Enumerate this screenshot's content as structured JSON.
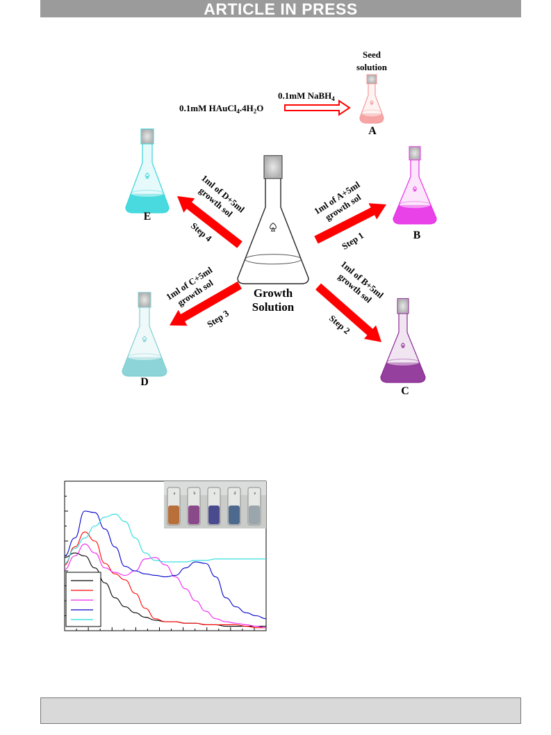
{
  "header": {
    "banner": "ARTICLE IN PRESS"
  },
  "scheme": {
    "seed_label_line1": "Seed",
    "seed_label_line2": "solution",
    "reagent": "0.1mM NaBH",
    "reagent_sub": "4",
    "precursor": "0.1mM HAuCl",
    "precursor_sub1": "4",
    "precursor_mid": ".4H",
    "precursor_sub2": "2",
    "precursor_end": "O",
    "growth_line1": "Growth",
    "growth_line2": "Solution",
    "flasks": [
      {
        "letter": "A",
        "color": "#f59a9a"
      },
      {
        "letter": "B",
        "color": "#e62ee6"
      },
      {
        "letter": "C",
        "color": "#8a2a93"
      },
      {
        "letter": "D",
        "color": "#7fcfd3"
      },
      {
        "letter": "E",
        "color": "#35d6dc"
      }
    ],
    "steps": [
      {
        "label": "Step 1",
        "text1": "1ml of A+5ml",
        "text2": "growth sol"
      },
      {
        "label": "Step 2",
        "text1": "1ml of B+5ml",
        "text2": "growth sol"
      },
      {
        "label": "Step 3",
        "text1": "1ml of C+5ml",
        "text2": "growth sol"
      },
      {
        "label": "Step 4",
        "text1": "1ml of D+5ml",
        "text2": "growth sol"
      }
    ],
    "arrow_color": "#ff0000"
  },
  "inset_photo": {
    "vial_labels": [
      "a",
      "b",
      "c",
      "d",
      "e"
    ],
    "vial_colors": [
      "#b86f3a",
      "#8a4a8a",
      "#4a4a8e",
      "#4d6a8e",
      "#9aa6ac"
    ]
  },
  "chart_data": {
    "type": "line",
    "x": [
      0,
      5,
      10,
      15,
      20,
      25,
      30,
      35,
      40,
      45,
      50,
      55,
      60,
      65,
      70,
      75,
      80,
      85,
      90,
      95,
      100
    ],
    "series": [
      {
        "color": "#000000",
        "values": [
          0.49,
          0.52,
          0.5,
          0.42,
          0.32,
          0.22,
          0.16,
          0.12,
          0.09,
          0.07,
          0.06,
          0.06,
          0.05,
          0.05,
          0.04,
          0.04,
          0.03,
          0.03,
          0.03,
          0.03,
          0.03
        ]
      },
      {
        "color": "#ff0000",
        "values": [
          0.44,
          0.56,
          0.66,
          0.6,
          0.45,
          0.38,
          0.34,
          0.25,
          0.15,
          0.08,
          0.06,
          0.06,
          0.05,
          0.05,
          0.04,
          0.04,
          0.04,
          0.04,
          0.03,
          0.02,
          0.02
        ]
      },
      {
        "color": "#ee22ee",
        "values": [
          0.41,
          0.5,
          0.58,
          0.52,
          0.42,
          0.39,
          0.37,
          0.4,
          0.48,
          0.49,
          0.44,
          0.36,
          0.28,
          0.2,
          0.13,
          0.08,
          0.06,
          0.05,
          0.04,
          0.03,
          0.02
        ]
      },
      {
        "color": "#0000cc",
        "values": [
          0.5,
          0.62,
          0.8,
          0.79,
          0.68,
          0.56,
          0.43,
          0.4,
          0.38,
          0.37,
          0.36,
          0.37,
          0.42,
          0.46,
          0.45,
          0.36,
          0.22,
          0.16,
          0.12,
          0.1,
          0.08
        ]
      },
      {
        "color": "#22dddd",
        "values": [
          0.45,
          0.55,
          0.62,
          0.7,
          0.76,
          0.78,
          0.73,
          0.62,
          0.52,
          0.47,
          0.46,
          0.46,
          0.46,
          0.47,
          0.47,
          0.48,
          0.48,
          0.48,
          0.48,
          0.48,
          0.48
        ]
      }
    ],
    "xlim": [
      0,
      100
    ],
    "ylim": [
      0,
      1
    ],
    "x_ticks": 18,
    "y_ticks": 11,
    "legend_position": "bottom-left",
    "legend_entries": [
      "",
      "",
      "",
      "",
      ""
    ]
  }
}
